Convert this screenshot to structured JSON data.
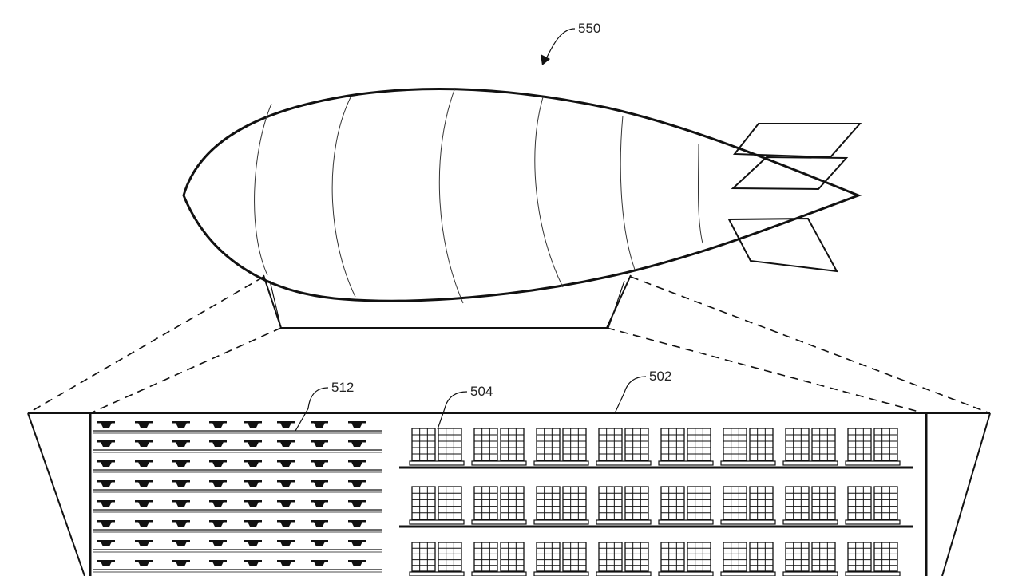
{
  "labels": {
    "airship": "550",
    "bay": "502",
    "inventory": "504",
    "drones": "512"
  },
  "colors": {
    "ink": "#111111",
    "background": "#ffffff"
  }
}
